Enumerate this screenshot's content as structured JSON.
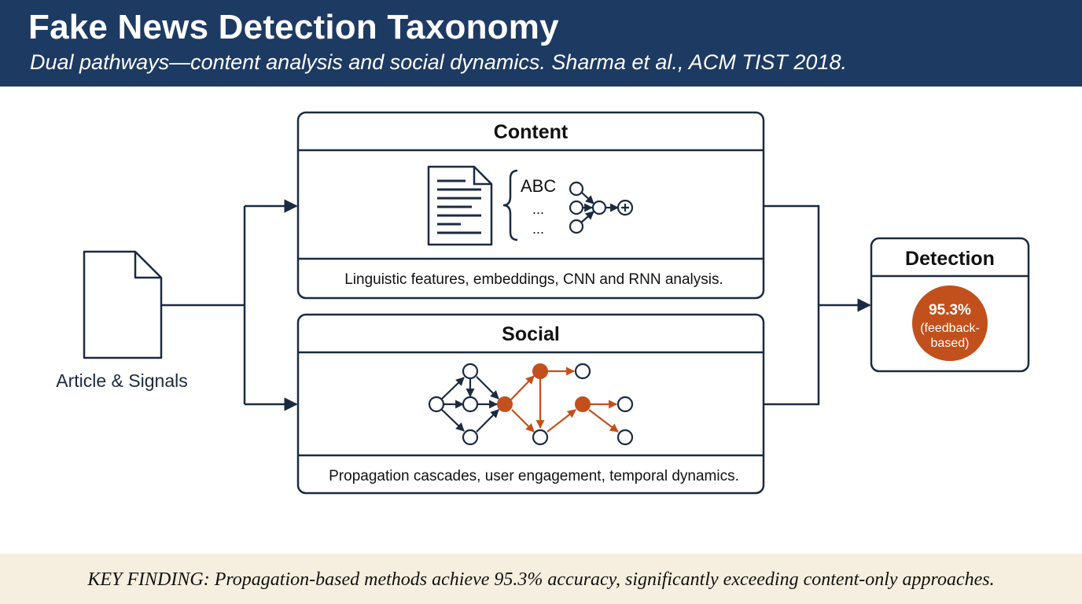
{
  "header": {
    "title": "Fake News Detection Taxonomy",
    "subtitle": "Dual pathways—content analysis and social dynamics. Sharma et al., ACM TIST 2018."
  },
  "input": {
    "label": "Article & Signals"
  },
  "content_box": {
    "title": "Content",
    "text_tokens": [
      "ABC",
      "...",
      "..."
    ],
    "description": "Linguistic features, embeddings, CNN and RNN analysis."
  },
  "social_box": {
    "title": "Social",
    "description": "Propagation cascades, user engagement, temporal dynamics."
  },
  "detection_box": {
    "title": "Detection",
    "value": "95.3%",
    "note_line1": "(feedback-",
    "note_line2": "based)"
  },
  "footer": {
    "finding": "KEY FINDING: Propagation-based methods achieve 95.3% accuracy, significantly exceeding content-only approaches."
  },
  "colors": {
    "header_bg": "#1d3a63",
    "navy": "#1b2a40",
    "accent": "#c2501c",
    "footer_bg": "#f6efdf"
  },
  "icons": [
    "document-icon",
    "text-document-icon",
    "neural-network-icon",
    "propagation-graph-icon"
  ]
}
